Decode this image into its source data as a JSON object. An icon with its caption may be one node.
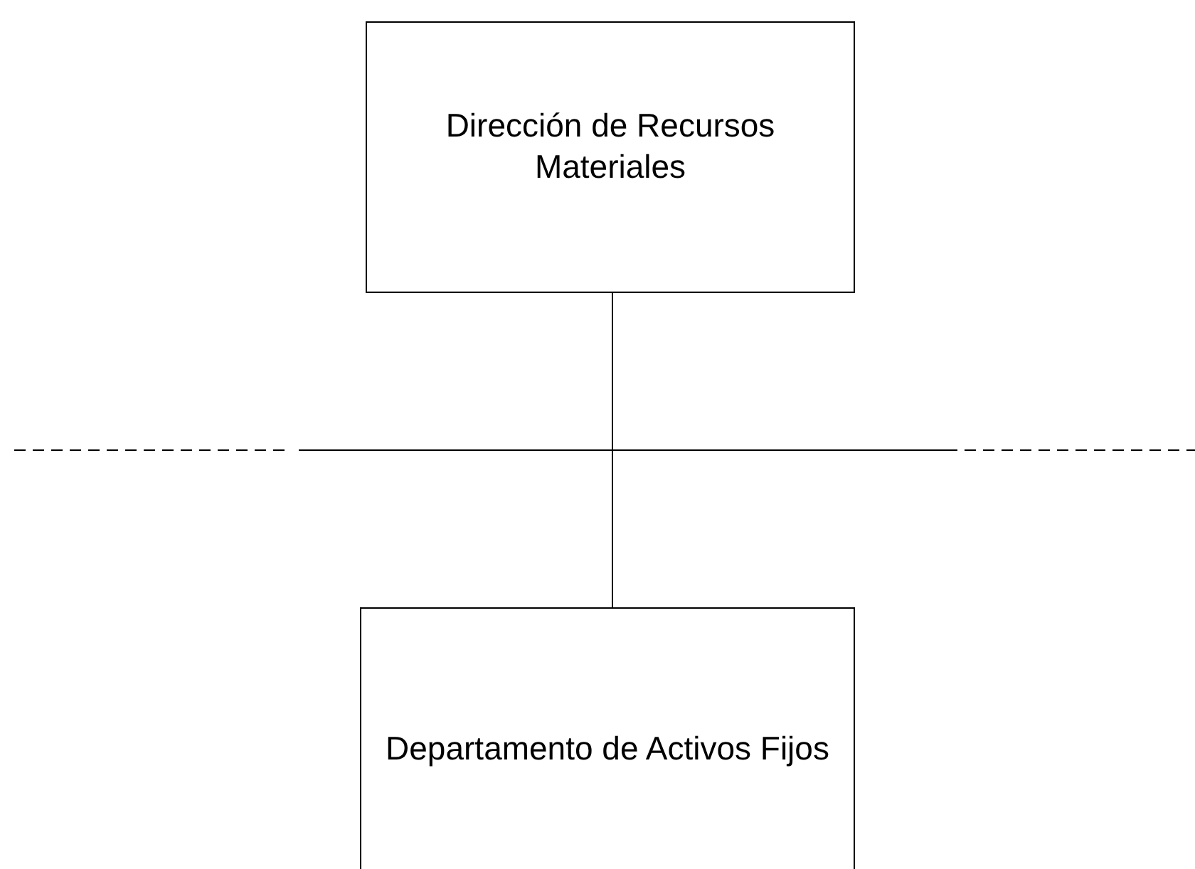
{
  "diagram": {
    "nodes": [
      {
        "text": [
          "Dirección de Recursos Materiales"
        ]
      },
      {
        "text": [
          "Departamento de Activos Fijos"
        ]
      }
    ],
    "edges": [
      {
        "from": 0,
        "to": 1,
        "arrow": "none"
      }
    ]
  }
}
